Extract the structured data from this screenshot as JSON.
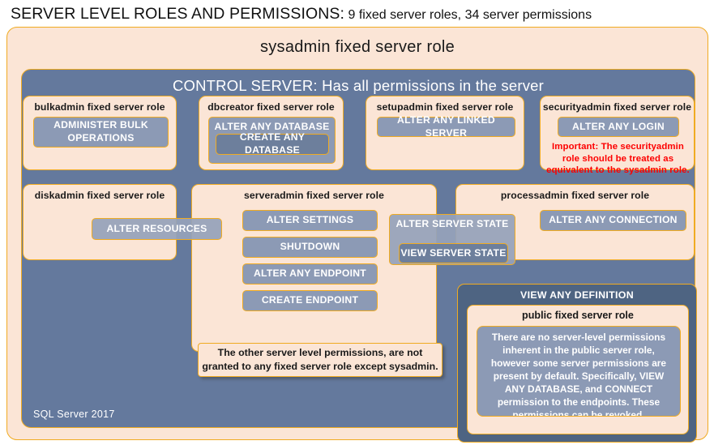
{
  "title": {
    "main": "SERVER LEVEL ROLES AND PERMISSIONS:",
    "sub": "9 fixed server roles, 34 server permissions"
  },
  "sysadmin": {
    "label": "sysadmin fixed server role"
  },
  "control_server": {
    "label": "CONTROL SERVER: Has all permissions in the server"
  },
  "footer": {
    "label": "SQL Server 2017"
  },
  "roles": {
    "bulkadmin": {
      "label": "bulkadmin fixed server role",
      "permission": "ADMINISTER  BULK OPERATIONS"
    },
    "dbcreator": {
      "label": "dbcreator fixed server role",
      "permission_outer": "ALTER ANY DATABASE",
      "permission_inner": "CREATE  ANY DATABASE"
    },
    "setupadmin": {
      "label": "setupadmin fixed server role",
      "permission": "ALTER ANY LINKED SERVER"
    },
    "securityadmin": {
      "label": "securityadmin fixed server role",
      "permission": "ALTER ANY LOGIN",
      "note": "Important:  The securityadmin role should  be treated as equivalent to the sysadmin role."
    },
    "diskadmin": {
      "label": "diskadmin fixed server role",
      "permission": "ALTER RESOURCES"
    },
    "serveradmin": {
      "label": "serveradmin fixed server role",
      "permissions": [
        "ALTER SETTINGS",
        "SHUTDOWN",
        "ALTER ANY ENDPOINT",
        "CREATE  ENDPOINT"
      ],
      "permission_shared_outer": "ALTER SERVER STATE",
      "permission_shared_inner": "VIEW SERVER  STATE"
    },
    "processadmin": {
      "label": "processadmin fixed server role",
      "permission": "ALTER ANY CONNECTION"
    },
    "public": {
      "view_any_definition": "VIEW ANY DEFINITION",
      "label": "public fixed server role",
      "text": "There are no server-level permissions inherent in the public  server role, however some server permissions  are present by default. Specifically,  VIEW ANY DATABASE, and  CONNECT permission to the endpoints. These permissions can be revoked."
    }
  },
  "notes": {
    "other_permissions": "The other server level permissions,  are not granted to any fixed server role except sysadmin."
  },
  "colors": {
    "peach": "#fbe5d6",
    "gold_border": "#f0ab21",
    "slate_panel": "#64799d",
    "chip_slate": "#8c9ab5",
    "chip_slate_dark": "#6d7f9c",
    "vad_slate": "#4e6482",
    "alert_red": "#fd0000"
  }
}
